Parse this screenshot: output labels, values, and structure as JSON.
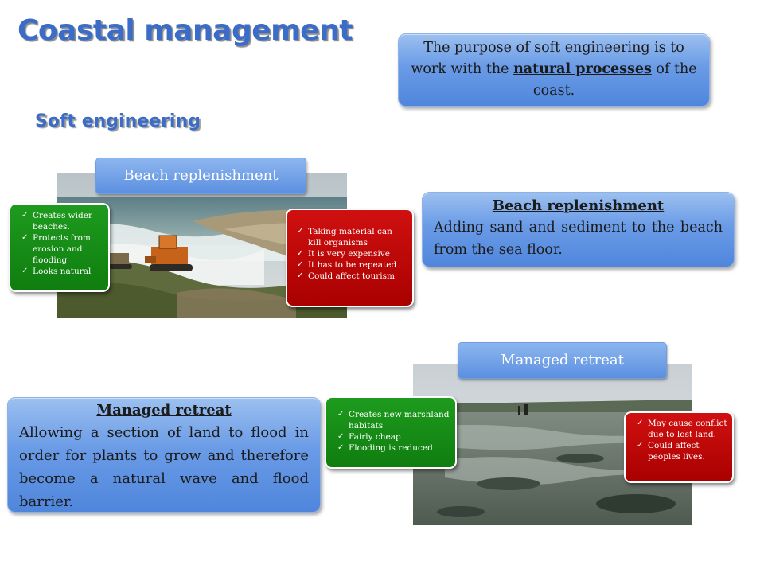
{
  "title": "Coastal management",
  "subtitle": "Soft engineering",
  "purpose": {
    "text_before": "The purpose of  soft engineering is to work with the ",
    "emphasis": "natural processes",
    "text_after": " of  the coast."
  },
  "beach_replenishment": {
    "pill_label": "Beach replenishment",
    "heading": "Beach replenishment",
    "description": "Adding sand and sediment to the beach from the sea floor.",
    "advantages": [
      "Creates wider beaches.",
      "Protects from erosion and flooding",
      "Looks natural"
    ],
    "disadvantages": [
      "Taking material can kill organisms",
      "It is very expensive",
      "It has to be repeated",
      "Could affect tourism"
    ]
  },
  "managed_retreat": {
    "pill_label": "Managed retreat",
    "heading": "Managed retreat",
    "description": "Allowing a section of  land to flood in order for plants to grow and therefore become a natural wave and flood barrier.",
    "advantages": [
      "Creates new marshland habitats",
      "Fairly cheap",
      "Flooding is reduced"
    ],
    "disadvantages": [
      "May cause conflict due to lost land.",
      "Could affect peoples lives."
    ]
  },
  "colors": {
    "title": "#3a6cc8",
    "box_blue": "#5b8fe0",
    "advantage_green": "#0f7d0f",
    "disadvantage_red": "#c00000"
  }
}
